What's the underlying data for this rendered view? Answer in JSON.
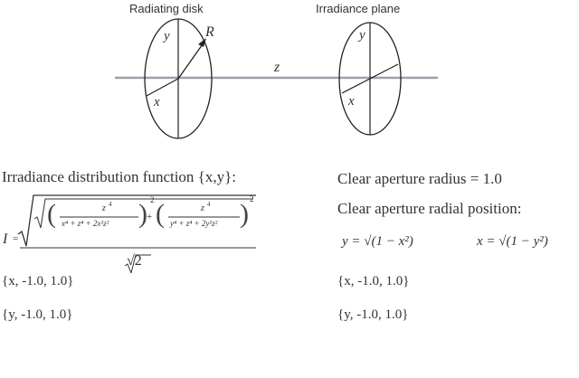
{
  "diagram": {
    "disk_label": "Radiating disk",
    "plane_label": "Irradiance plane",
    "axis_y": "y",
    "axis_x": "x",
    "axis_z": "z",
    "radius_label": "R"
  },
  "left": {
    "heading": "Irradiance distribution function {x,y}:",
    "formula": {
      "lhs": "I",
      "equals": "=",
      "num1": "z",
      "num1_exp": "4",
      "den1": "x⁴ + z⁴ + 2x²z²",
      "num2": "z",
      "num2_exp": "4",
      "den2": "y⁴ + z⁴ + 2y²z²",
      "square": "2",
      "plus": "+",
      "denominator": "√2"
    },
    "range_x": "{x, -1.0, 1.0}",
    "range_y": "{y, -1.0, 1.0}"
  },
  "right": {
    "radius_text": "Clear aperture radius = 1.0",
    "radial_heading": "Clear aperture radial position:",
    "eq_y": "y = √(1 − x²)",
    "eq_x": "x = √(1 − y²)",
    "range_x": "{x, -1.0, 1.0}",
    "range_y": "{y, -1.0, 1.0}"
  }
}
